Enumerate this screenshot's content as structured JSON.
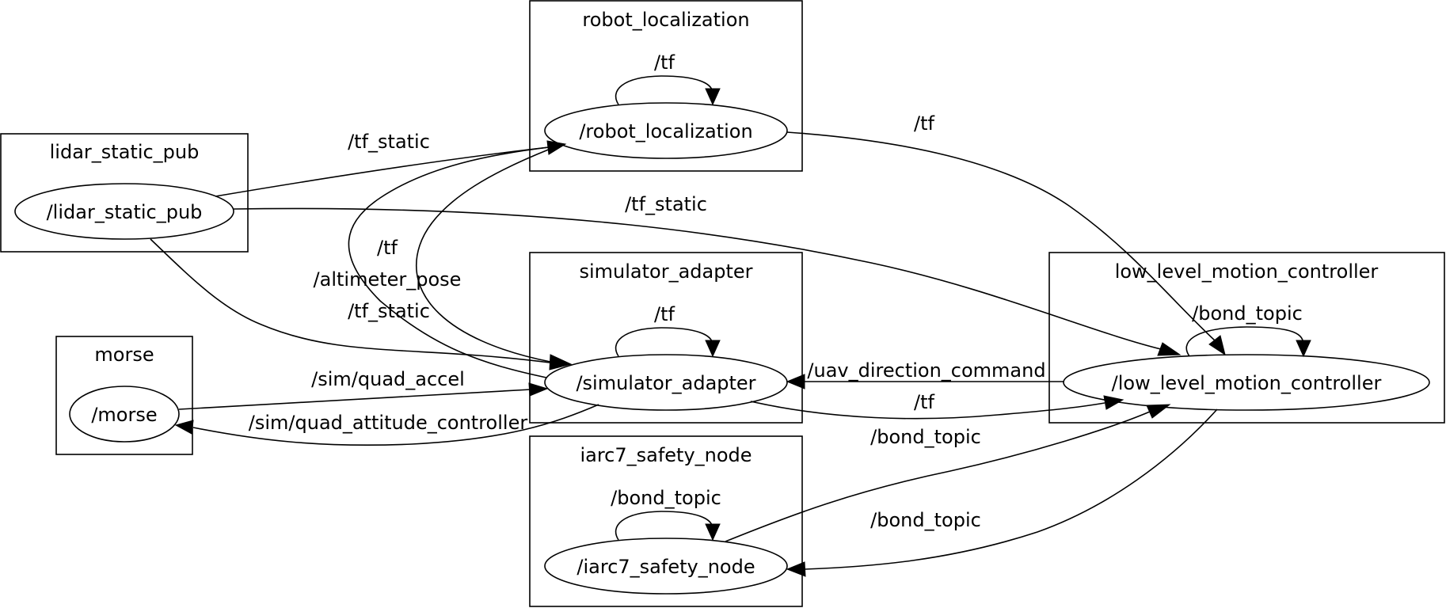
{
  "clusters": {
    "robot_localization": "robot_localization",
    "lidar_static_pub": "lidar_static_pub",
    "simulator_adapter": "simulator_adapter",
    "low_level_motion_controller": "low_level_motion_controller",
    "morse": "morse",
    "iarc7_safety_node": "iarc7_safety_node"
  },
  "nodes": {
    "robot_localization": "/robot_localization",
    "lidar_static_pub": "/lidar_static_pub",
    "simulator_adapter": "/simulator_adapter",
    "low_level_motion_controller": "/low_level_motion_controller",
    "morse": "/morse",
    "iarc7_safety_node": "/iarc7_safety_node"
  },
  "edges": {
    "robot_localization_self": "/tf",
    "lidar_to_robot_localization": "/tf_static",
    "robot_localization_to_llmc": "/tf",
    "lidar_to_llmc": "/tf_static",
    "simulator_to_robot_localization": "/tf",
    "simulator_to_robot_localization_altimeter": "/altimeter_pose",
    "lidar_to_simulator": "/tf_static",
    "simulator_self": "/tf",
    "llmc_self": "/bond_topic",
    "morse_to_simulator": "/sim/quad_accel",
    "llmc_to_simulator": "/uav_direction_command",
    "simulator_to_llmc": "/tf",
    "simulator_to_morse": "/sim/quad_attitude_controller",
    "safety_to_llmc": "/bond_topic",
    "safety_self": "/bond_topic",
    "llmc_to_safety": "/bond_topic"
  }
}
